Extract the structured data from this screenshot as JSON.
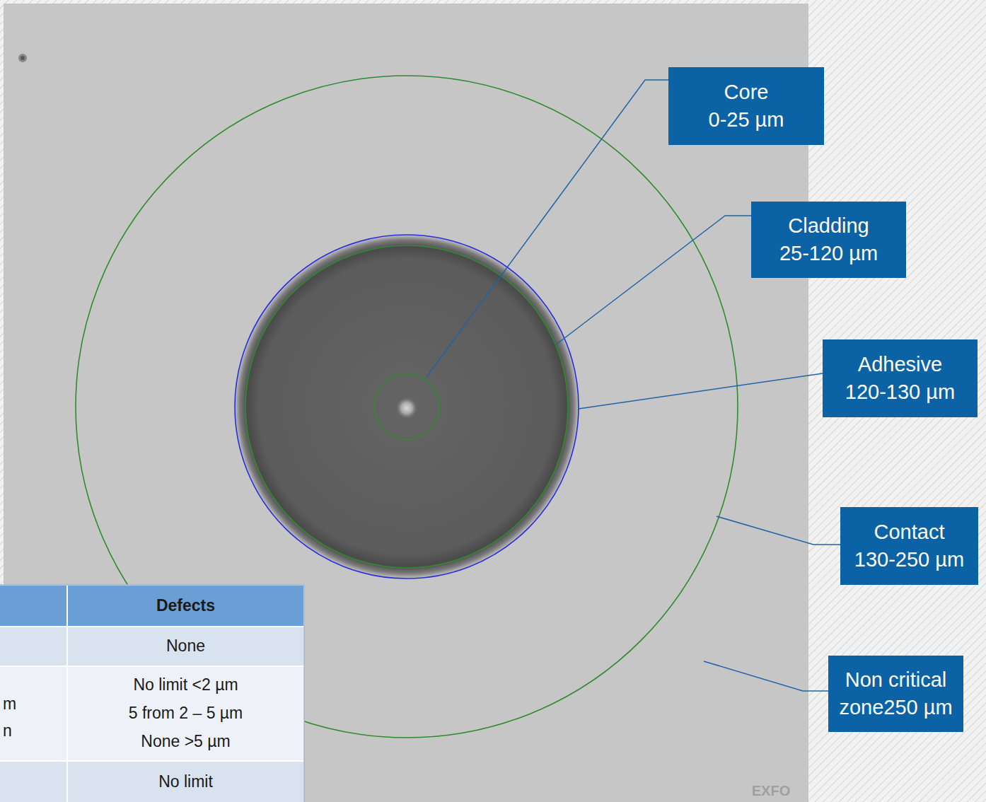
{
  "diagram": {
    "nodes": [
      {
        "text": [
          "Core",
          "0-25 µm"
        ]
      },
      {
        "text": [
          "Cladding",
          "25-120 µm"
        ]
      },
      {
        "text": [
          "Adhesive",
          "120-130 µm"
        ]
      },
      {
        "text": [
          "Contact",
          "130-250 µm"
        ]
      },
      {
        "text": [
          "Non critical",
          "zone250 µm"
        ]
      }
    ],
    "labels": [
      "Defects",
      "None",
      "No limit <2 µm",
      "5 from 2 – 5 µm",
      "None >5 µm",
      "No limit",
      "m",
      "n",
      "EXFO"
    ]
  }
}
